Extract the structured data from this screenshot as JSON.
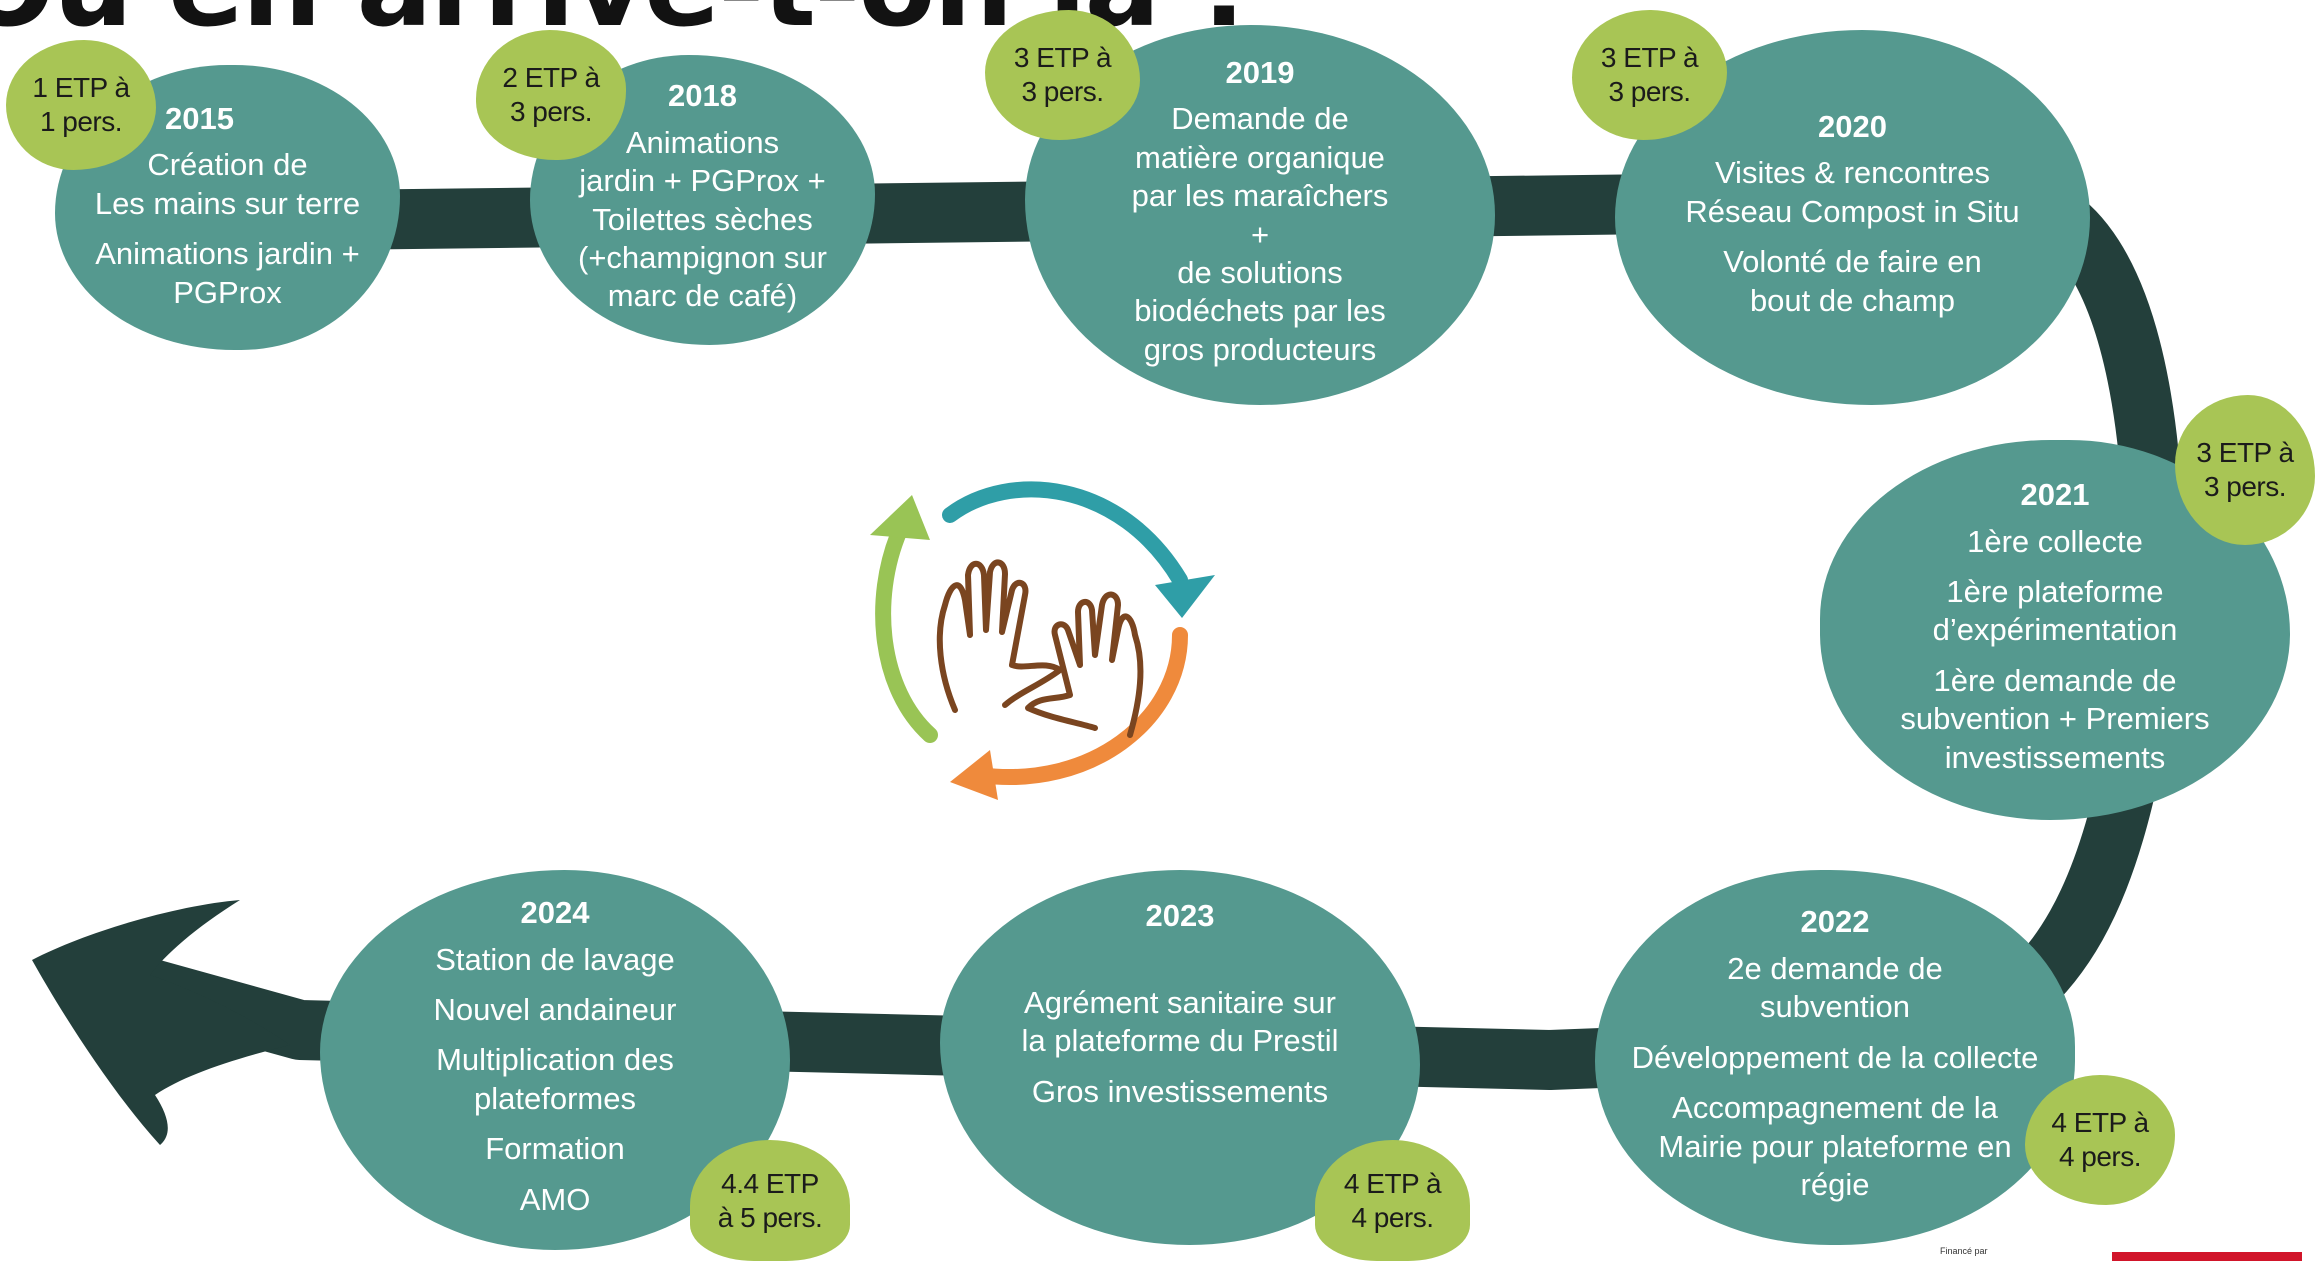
{
  "title": "Où en arrive-t-on là ?",
  "colors": {
    "blob": "#55998f",
    "badge": "#a8c555",
    "road": "#233f3b",
    "arrow_teal": "#2f9ea7",
    "arrow_orange": "#ef8a3c",
    "arrow_green": "#99c455",
    "hands": "#7a4520",
    "flag": "#d1152a"
  },
  "milestones": [
    {
      "year": "2015",
      "lines": [
        "Création de\nLes mains sur terre",
        "Animations jardin +\nPGProx"
      ],
      "etp": "1 ETP à\n1 pers."
    },
    {
      "year": "2018",
      "lines": [
        "Animations\njardin + PGProx +\nToilettes sèches\n(+champignon sur\nmarc de café)"
      ],
      "etp": "2 ETP à\n3 pers."
    },
    {
      "year": "2019",
      "lines": [
        "Demande de\nmatière organique\npar les maraîchers\n+\nde solutions\nbiodéchets par les\ngros producteurs"
      ],
      "etp": "3 ETP à\n3 pers."
    },
    {
      "year": "2020",
      "lines": [
        "Visites & rencontres\nRéseau Compost in Situ",
        "Volonté de faire en\nbout de champ"
      ],
      "etp": "3 ETP à\n3 pers."
    },
    {
      "year": "2021",
      "lines": [
        "1ère collecte",
        "1ère plateforme\nd’expérimentation",
        "1ère demande de\nsubvention + Premiers\ninvestissements"
      ],
      "etp": "3 ETP à\n3 pers."
    },
    {
      "year": "2022",
      "lines": [
        "2e demande de\nsubvention",
        "Développement de la collecte",
        "Accompagnement de la\nMairie pour plateforme en\nrégie"
      ],
      "etp": "4 ETP à\n4 pers."
    },
    {
      "year": "2023",
      "lines": [
        "Agrément sanitaire sur\nla plateforme du Prestil",
        "Gros investissements"
      ],
      "etp": "4 ETP à\n4 pers."
    },
    {
      "year": "2024",
      "lines": [
        "Station de lavage",
        "Nouvel andaineur",
        "Multiplication des\nplateformes",
        "Formation",
        "AMO"
      ],
      "etp": "4.4 ETP\nà 5 pers."
    }
  ],
  "footer": {
    "funded_by": "Financé par"
  }
}
